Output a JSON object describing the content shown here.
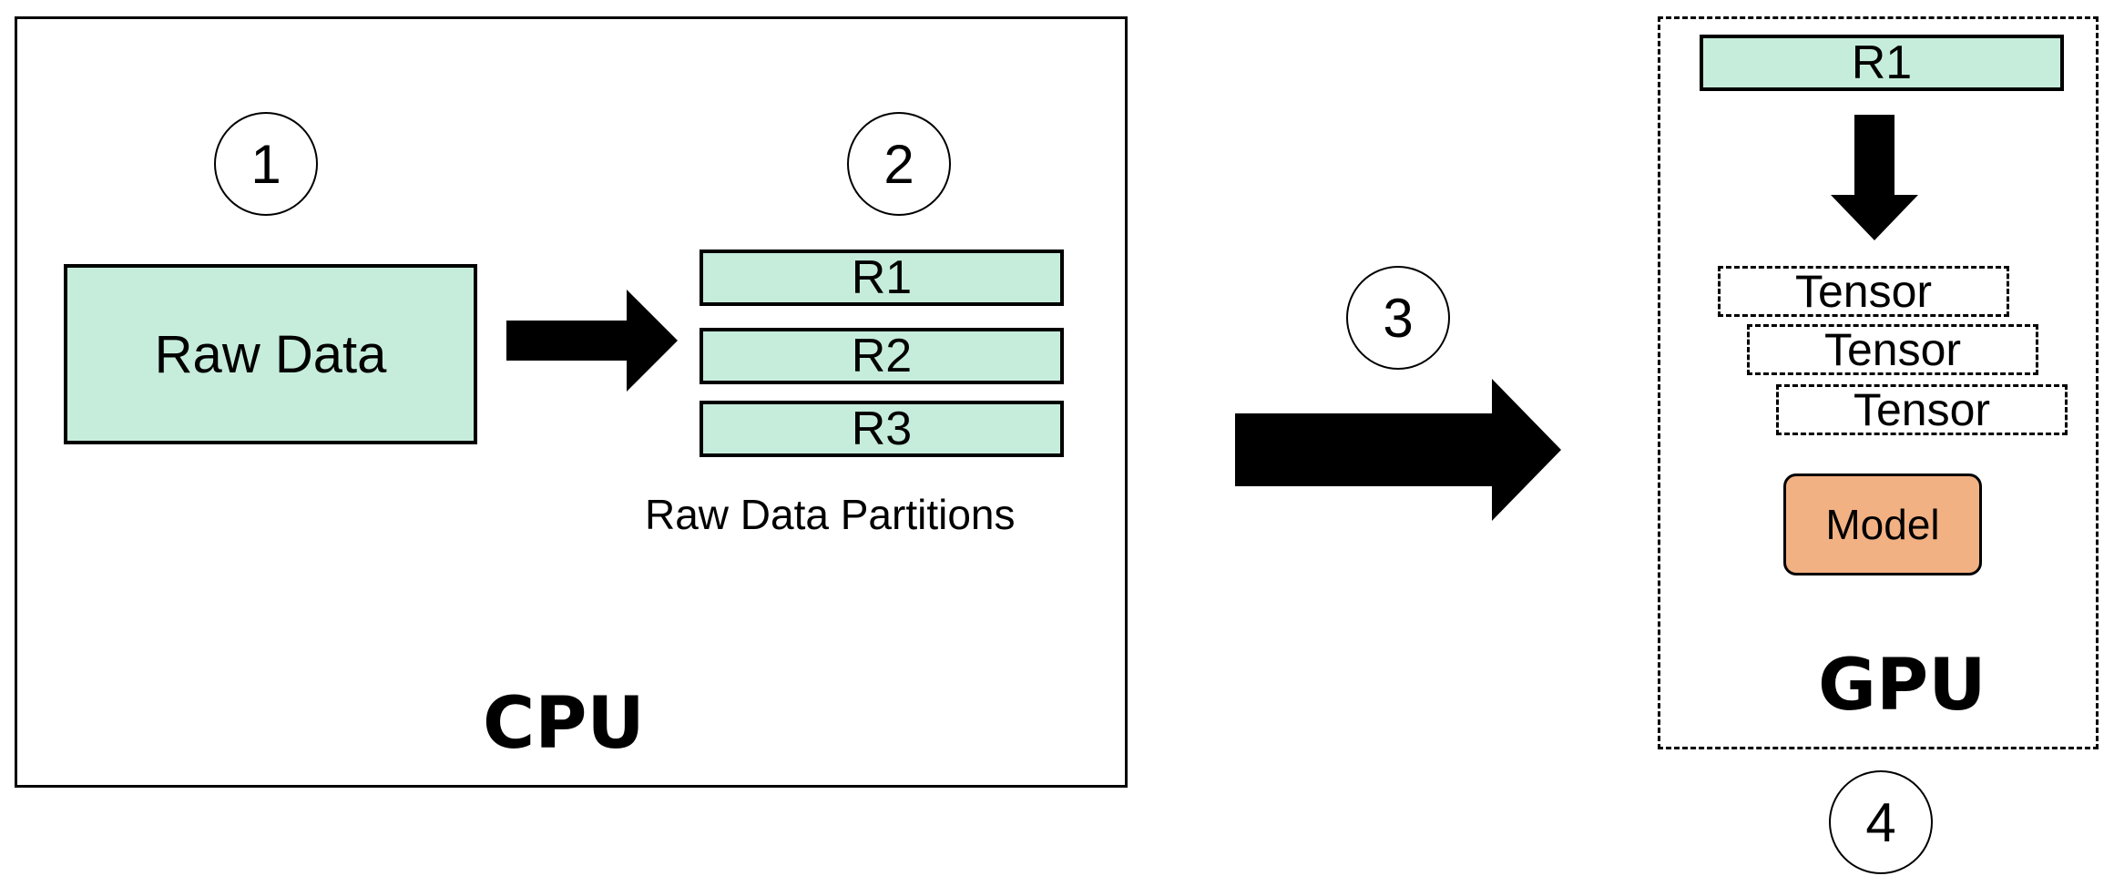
{
  "cpu": {
    "label": "CPU",
    "step_number": "1",
    "raw_data_label": "Raw Data",
    "partitions_step_number": "2",
    "partitions": [
      "R1",
      "R2",
      "R3"
    ],
    "partitions_caption": "Raw Data Partitions"
  },
  "transfer": {
    "step_number": "3"
  },
  "gpu": {
    "label": "GPU",
    "step_number": "4",
    "partition": "R1",
    "tensors": [
      "Tensor",
      "Tensor",
      "Tensor"
    ],
    "model_label": "Model"
  },
  "colors": {
    "partition_fill": "#c6eddb",
    "model_fill": "#f2b183",
    "arrow": "#000000"
  }
}
